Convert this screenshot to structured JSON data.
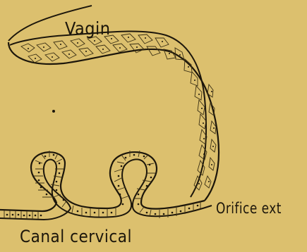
{
  "labels": {
    "top": "Vagin",
    "right": "Orifice ext",
    "bottom": "Canal cervical"
  },
  "colors": {
    "background": "#dcc06e",
    "ink": "#1c160b"
  }
}
